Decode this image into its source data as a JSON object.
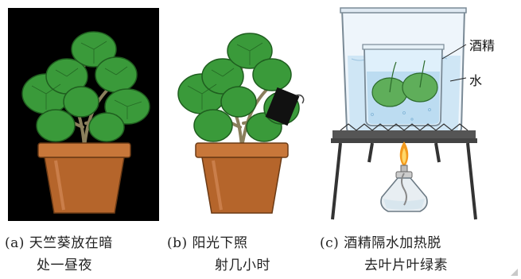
{
  "figure": {
    "panels": [
      {
        "id": "a",
        "caption_line1": "(a) 天竺葵放在暗",
        "caption_line2": "处一昼夜"
      },
      {
        "id": "b",
        "caption_line1": "(b) 阳光下照",
        "caption_line2": "射几小时"
      },
      {
        "id": "c",
        "caption_line1": "(c) 酒精隔水加热脱",
        "caption_line2": "去叶片叶绿素"
      }
    ],
    "labels": {
      "alcohol": "酒精",
      "water": "水"
    },
    "icons": [
      "potted-geranium-icon",
      "black-paper-cover-icon",
      "beaker-icon",
      "alcohol-lamp-icon",
      "tripod-stand-icon",
      "wire-gauze-icon"
    ],
    "colors": {
      "dark_background": "#000000",
      "leaf_green": "#3a9a3a",
      "pot_brown": "#b5652b",
      "water_blue": "#cfe6f5",
      "flame_orange": "#f39a1e"
    }
  }
}
